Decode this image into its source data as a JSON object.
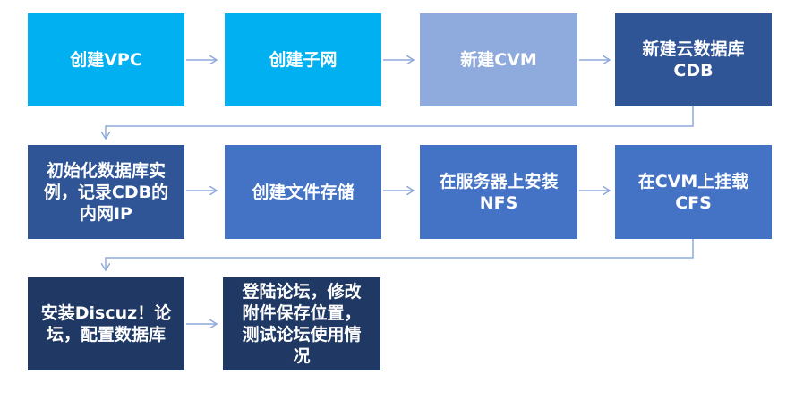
{
  "colors": {
    "cyan": "#00b0f0",
    "lavender": "#8faadc",
    "dark_blue": "#2f5597",
    "mid_blue": "#4472c4",
    "navy": "#203864",
    "arrow": "#8faadc"
  },
  "steps": [
    {
      "id": "create-vpc",
      "label": "创建VPC",
      "color": "cyan"
    },
    {
      "id": "create-subnet",
      "label": "创建子网",
      "color": "cyan"
    },
    {
      "id": "new-cvm",
      "label": "新建CVM",
      "color": "lavender"
    },
    {
      "id": "new-cdb",
      "label": "新建云数据库\nCDB",
      "color": "dark_blue"
    },
    {
      "id": "init-db",
      "label": "初始化数据库实\n例，记录CDB的\n内网IP",
      "color": "dark_blue"
    },
    {
      "id": "create-cfs",
      "label": "创建文件存储",
      "color": "mid_blue"
    },
    {
      "id": "install-nfs",
      "label": "在服务器上安装\nNFS",
      "color": "mid_blue"
    },
    {
      "id": "mount-cfs",
      "label": "在CVM上挂载\nCFS",
      "color": "mid_blue"
    },
    {
      "id": "install-discuz",
      "label": "安装Discuz！论\n坛，配置数据库",
      "color": "navy"
    },
    {
      "id": "test-forum",
      "label": "登陆论坛，修改\n附件保存位置，\n测试论坛使用情\n况",
      "color": "navy"
    }
  ]
}
